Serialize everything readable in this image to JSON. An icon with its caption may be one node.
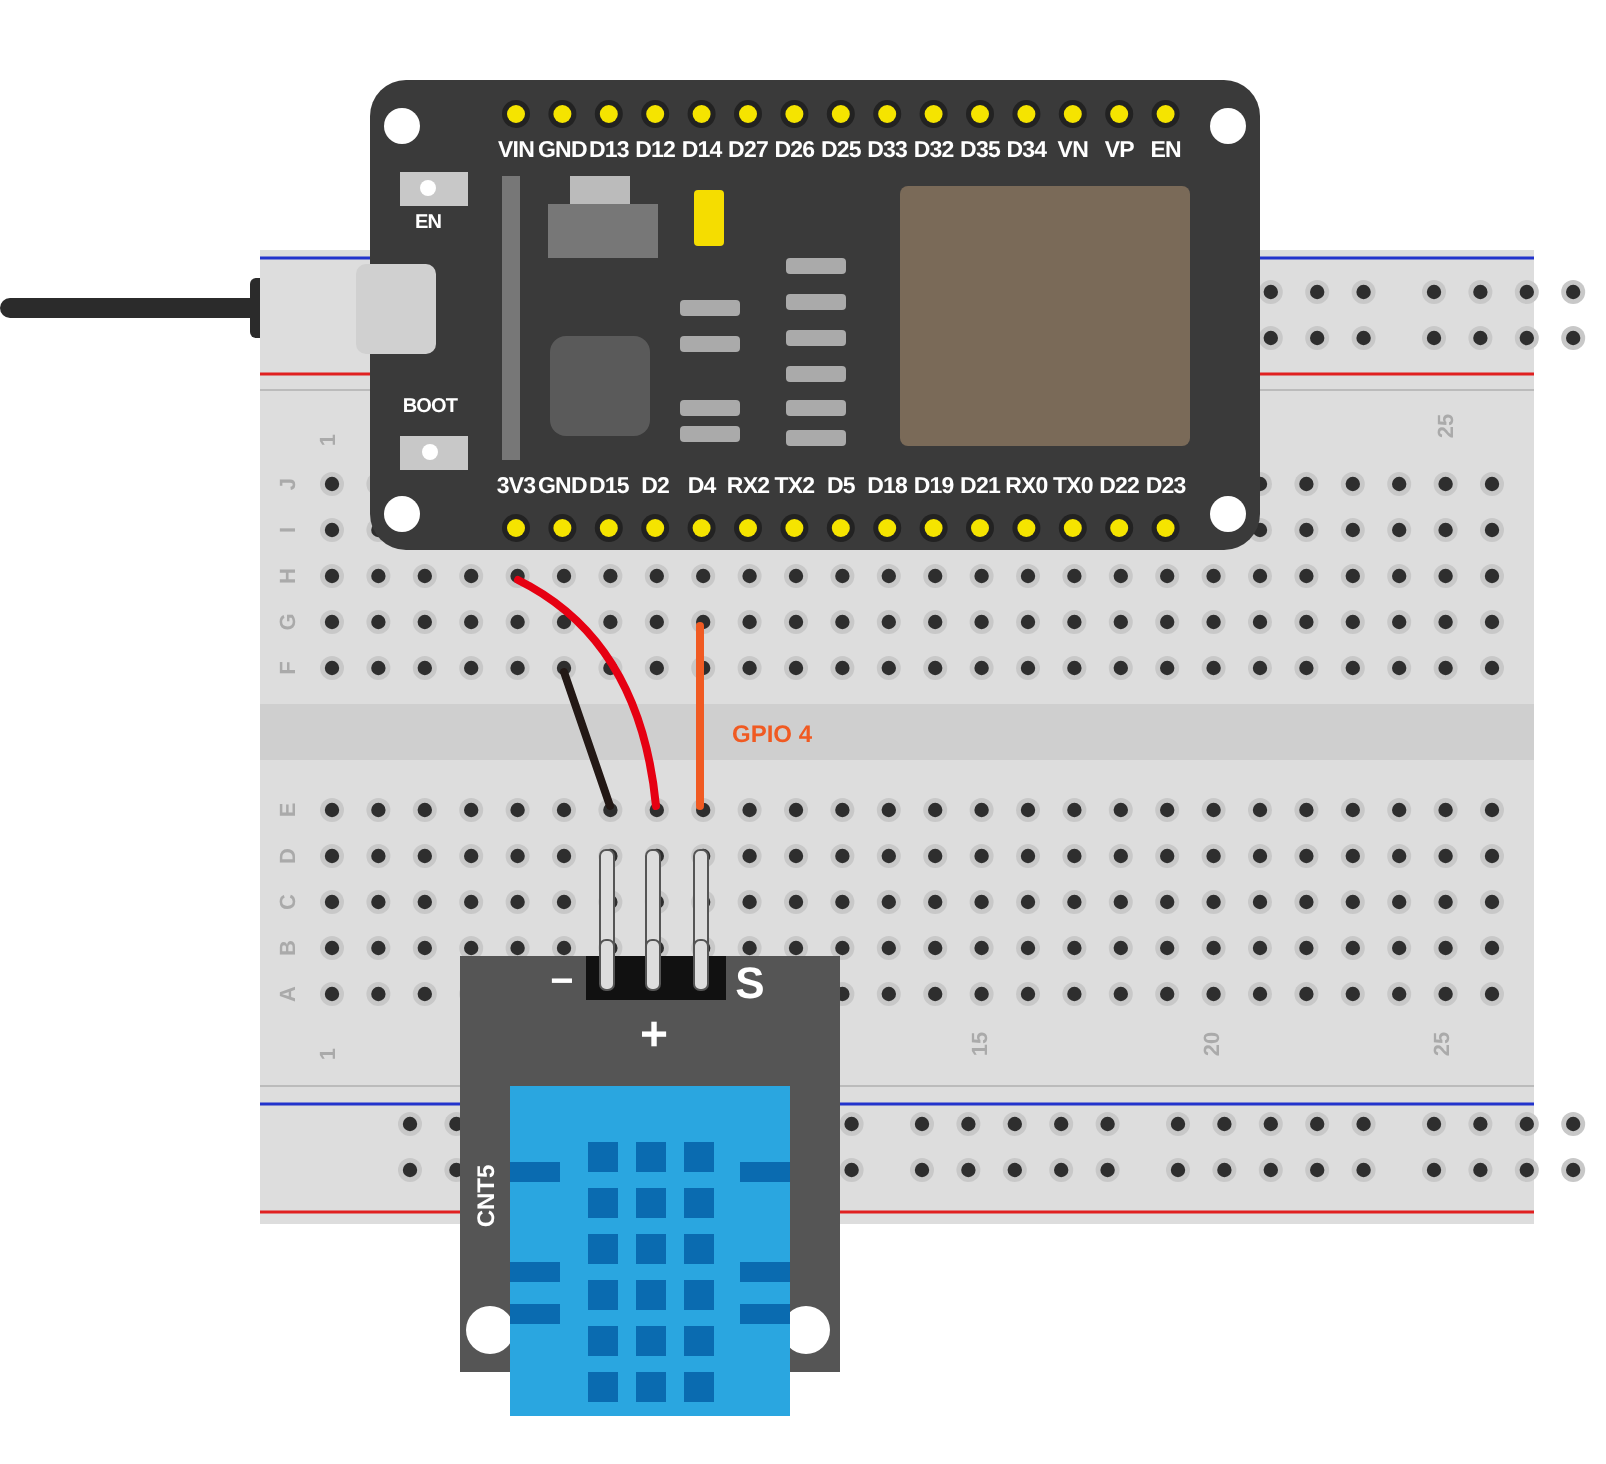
{
  "diagram": {
    "labels": [
      "VIN",
      "GND",
      "D13",
      "D12",
      "D14",
      "D27",
      "D26",
      "D25",
      "D33",
      "D32",
      "D35",
      "D34",
      "VN",
      "VP",
      "EN",
      "EN",
      "BOOT",
      "1",
      "25",
      "J",
      "I",
      "H",
      "G",
      "F",
      "3V3",
      "GND",
      "D15",
      "D2",
      "D4",
      "RX2",
      "TX2",
      "D5",
      "D18",
      "D19",
      "D21",
      "RX0",
      "TX0",
      "D22",
      "D23",
      "GPIO 4",
      "E",
      "D",
      "C",
      "B",
      "A",
      "−",
      "S",
      "+",
      "1",
      "15",
      "20",
      "25",
      "CNT5"
    ]
  }
}
